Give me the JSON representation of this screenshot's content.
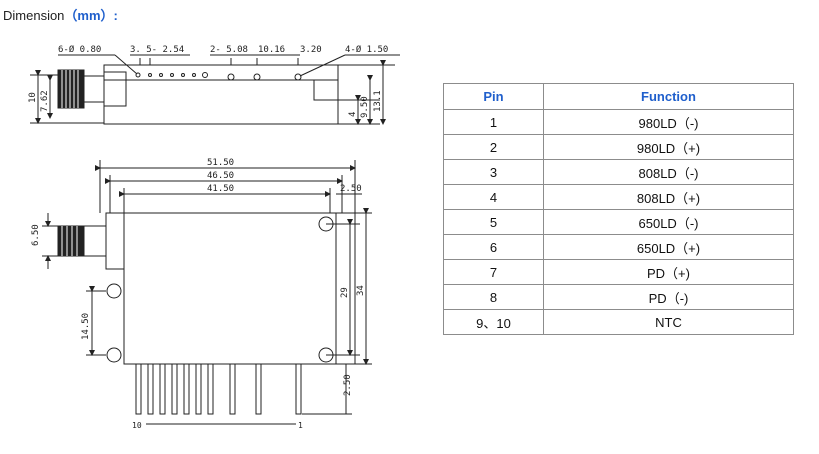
{
  "title": {
    "label": "Dimension",
    "unit": "（mm）:"
  },
  "dimensions": {
    "hole_small": "6-Ø 0.80",
    "pitch_small": "3. 5- 2.54",
    "pitch_large": "2- 5.08",
    "spacing": "10.16",
    "offset_top": "3.20",
    "hole_large": "4-Ø 1.50",
    "side_10": "10",
    "side_762": "7.62",
    "side_4": "4",
    "side_950": "9.50",
    "side_131": "13.1",
    "width_5150": "51.50",
    "width_4650": "46.50",
    "width_4150": "41.50",
    "edge_250": "2.50",
    "fiber_650": "6.50",
    "height_1450": "14.50",
    "height_29": "29",
    "height_34": "34",
    "pin_len_250": "2.50",
    "pin_10": "10",
    "pin_1": "1"
  },
  "pin_table": {
    "headers": [
      "Pin",
      "Function"
    ],
    "rows": [
      [
        "1",
        "980LD（-)"
      ],
      [
        "2",
        "980LD（+)"
      ],
      [
        "3",
        "808LD（-)"
      ],
      [
        "4",
        "808LD（+)"
      ],
      [
        "5",
        "650LD（-)"
      ],
      [
        "6",
        "650LD（+)"
      ],
      [
        "7",
        "PD（+)"
      ],
      [
        "8",
        "PD（-)"
      ],
      [
        "9、10",
        "NTC"
      ]
    ]
  }
}
